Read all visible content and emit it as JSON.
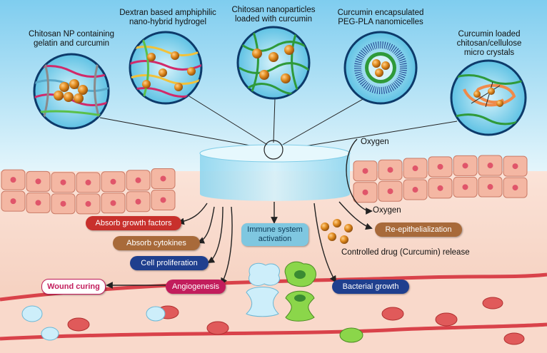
{
  "circles": [
    {
      "label_lines": [
        "Chitosan NP containing",
        "gelatin and curcumin"
      ]
    },
    {
      "label_lines": [
        "Dextran based amphiphilic",
        "nano-hybrid hydrogel"
      ]
    },
    {
      "label_lines": [
        "Chitosan nanoparticles",
        "loaded with curcumin"
      ]
    },
    {
      "label_lines": [
        "Curcumin encapsulated",
        "PEG-PLA nanomicelles"
      ]
    },
    {
      "label_lines": [
        "Curcumin loaded",
        "chitosan/cellulose",
        "micro crystals"
      ]
    }
  ],
  "flow_labels": {
    "oxygen_top": "Oxygen",
    "oxygen_bottom": "Oxygen",
    "drug_release": "Controlled drug (Curcumin) release"
  },
  "effects": {
    "absorb_growth": "Absorb growth factors",
    "absorb_cytokines": "Absorb cytokines",
    "cell_proliferation": "Cell proliferation",
    "angiogenesis": "Angiogenesis",
    "wound_curing": "Wound curing",
    "immune_line1": "Immune system",
    "immune_line2": "activation",
    "re_epithelialization": "Re-epithelialization",
    "bacterial_growth": "Bacterial growth"
  },
  "colors": {
    "sky_top": "#7fcdef",
    "sky_bottom": "#e6f6fc",
    "cell_fill": "#f4b7a3",
    "cell_nucleus": "#e0556a",
    "tissue": "#f7d4c4",
    "vessel": "#d9424a",
    "dressing": "#a8dff2"
  }
}
